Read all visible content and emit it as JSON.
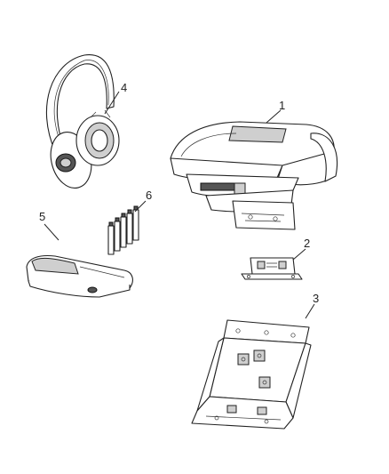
{
  "callouts": [
    {
      "id": "1",
      "label": "1",
      "part": "dvd-console"
    },
    {
      "id": "2",
      "label": "2",
      "part": "mounting-clip"
    },
    {
      "id": "3",
      "label": "3",
      "part": "mounting-bracket"
    },
    {
      "id": "4",
      "label": "4",
      "part": "wireless-headphones"
    },
    {
      "id": "5",
      "label": "5",
      "part": "remote-control"
    },
    {
      "id": "6",
      "label": "6",
      "part": "batteries"
    }
  ]
}
